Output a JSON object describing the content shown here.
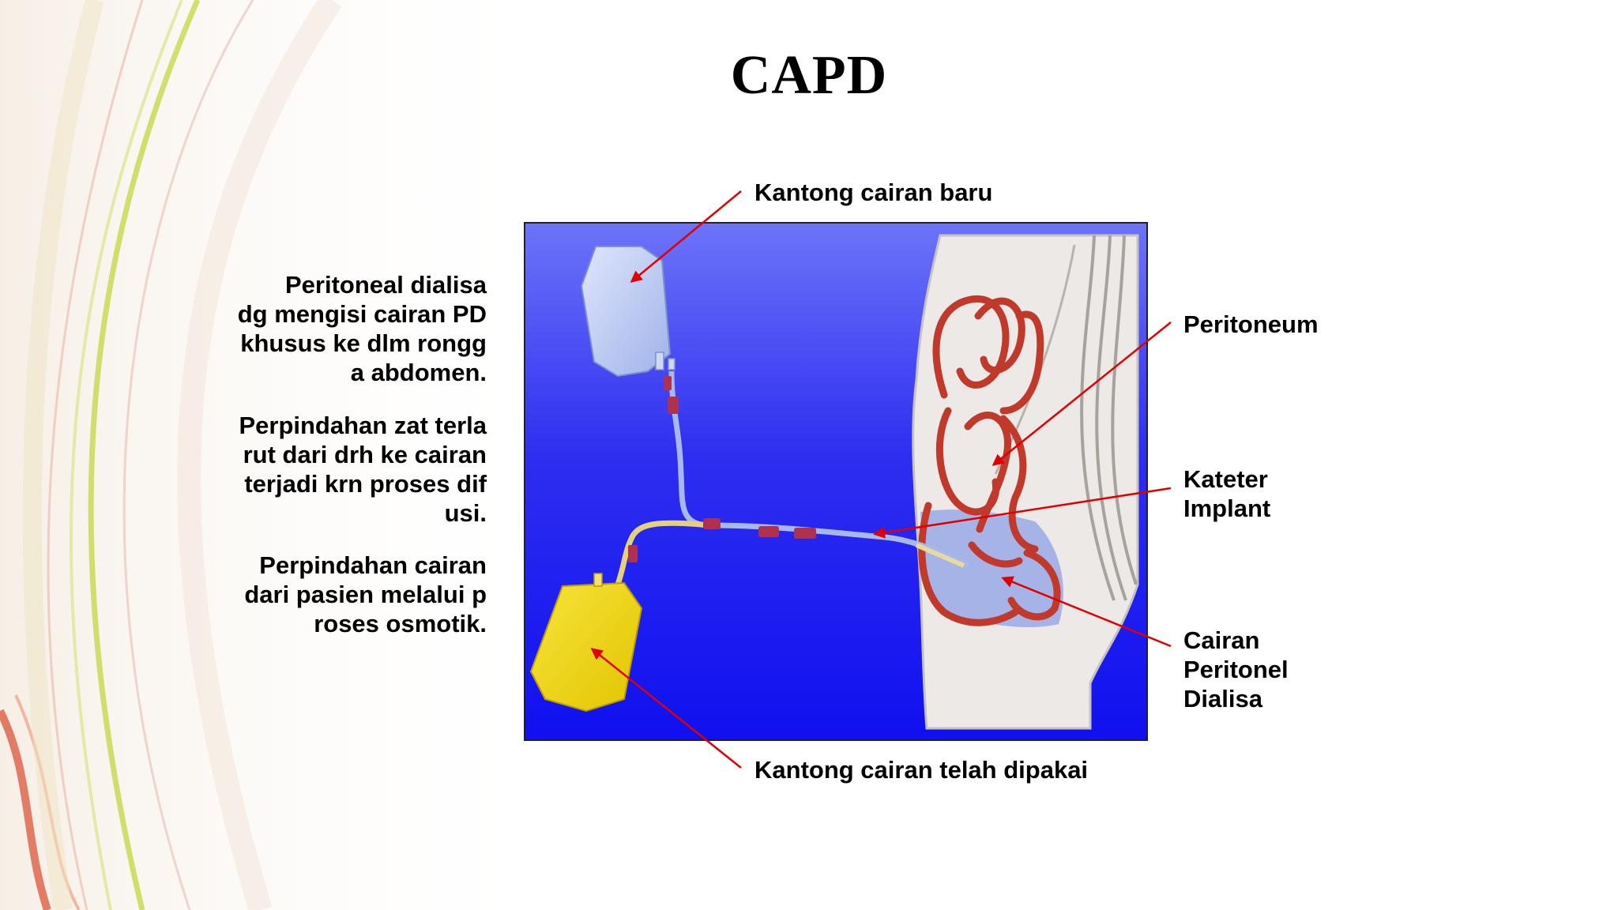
{
  "slide": {
    "title": "CAPD",
    "paragraphs": [
      [
        "Peritoneal dialisa",
        "dg mengisi cairan PD",
        "khusus ke dlm rongg",
        "a abdomen."
      ],
      [
        "Perpindahan zat terla",
        "rut dari drh ke cairan",
        "terjadi krn proses dif",
        "usi."
      ],
      [
        "Perpindahan cairan",
        "dari pasien melalui p",
        "roses osmotik."
      ]
    ]
  },
  "diagram": {
    "labels": {
      "new_bag": "Kantong cairan baru",
      "used_bag": "Kantong cairan telah  dipakai",
      "peritoneum": "Peritoneum",
      "catheter": [
        "Kateter",
        "Implant"
      ],
      "fluid": [
        "Cairan",
        "Peritonel",
        "Dialisa"
      ]
    },
    "colors": {
      "panel_blue": "#2424f0",
      "new_bag": "#b8c8f2",
      "used_bag": "#f0d818",
      "intestine": "#c0392b",
      "body": "#ece9e6",
      "arrow": "#e00000"
    }
  }
}
